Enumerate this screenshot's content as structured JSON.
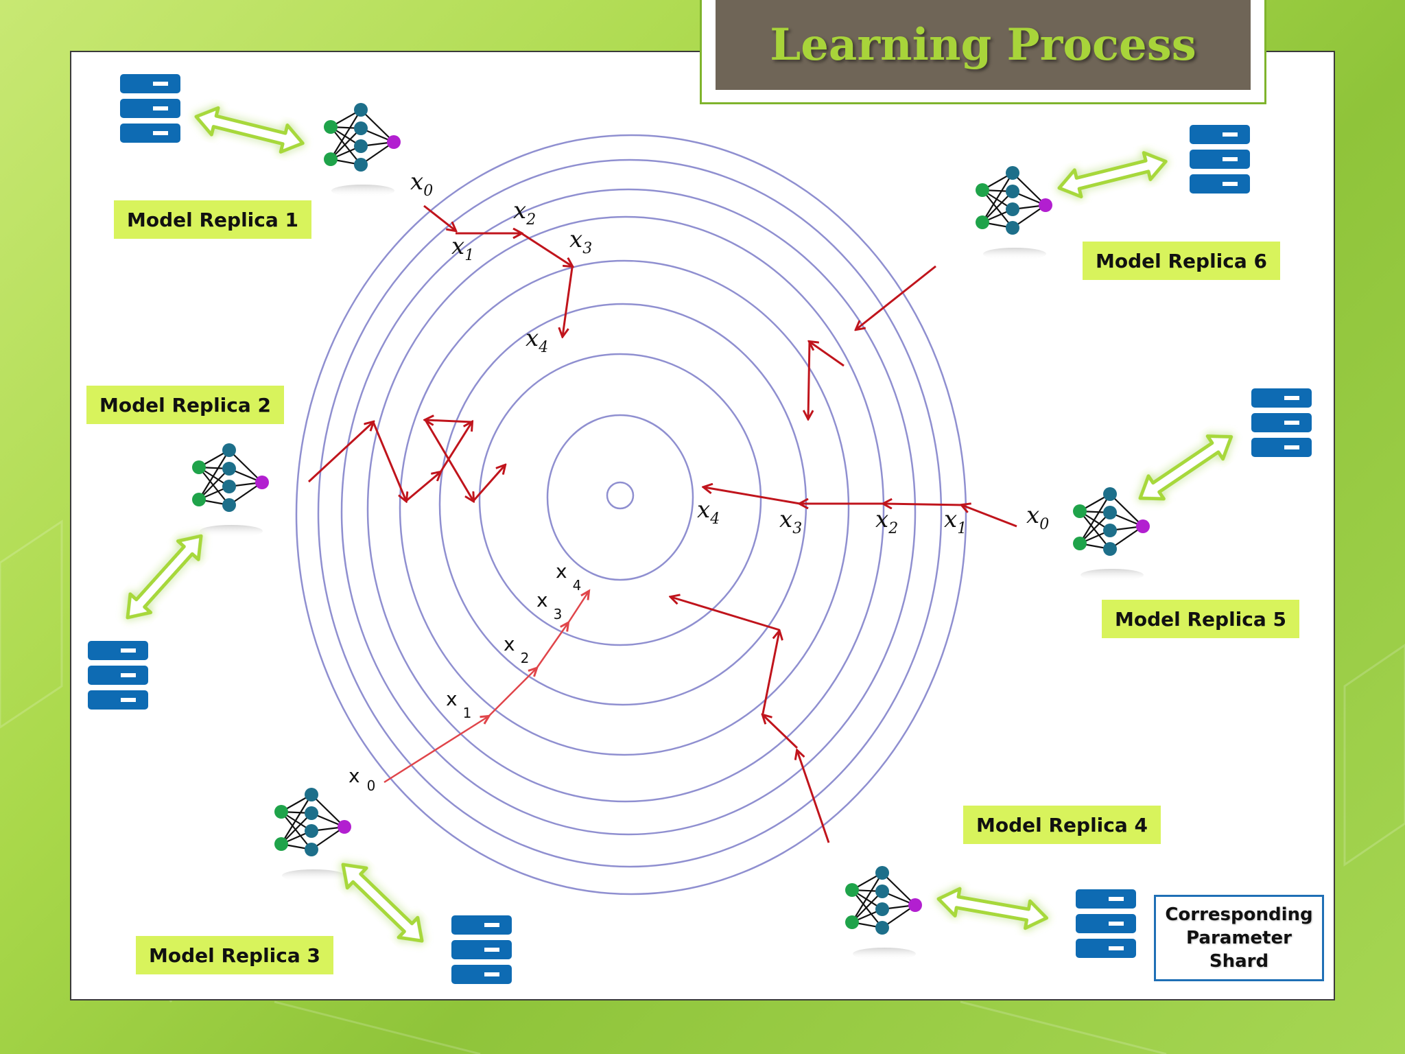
{
  "title": "Learning Process",
  "replicas": [
    {
      "label": "Model Replica 1"
    },
    {
      "label": "Model Replica 2"
    },
    {
      "label": "Model Replica 3"
    },
    {
      "label": "Model Replica 4"
    },
    {
      "label": "Model Replica 5"
    },
    {
      "label": "Model Replica 6"
    }
  ],
  "legend": {
    "line1": "Corresponding",
    "line2": "Parameter",
    "line3": "Shard"
  },
  "iterates": {
    "replica1": [
      {
        "b": "x",
        "s": "0"
      },
      {
        "b": "x",
        "s": "1"
      },
      {
        "b": "x",
        "s": "2"
      },
      {
        "b": "x",
        "s": "3"
      },
      {
        "b": "x",
        "s": "4"
      }
    ],
    "replica5": [
      {
        "b": "x",
        "s": "0"
      },
      {
        "b": "x",
        "s": "1"
      },
      {
        "b": "x",
        "s": "2"
      },
      {
        "b": "x",
        "s": "3"
      },
      {
        "b": "x",
        "s": "4"
      }
    ],
    "replica3": [
      {
        "b": "x",
        "s": "0"
      },
      {
        "b": "x",
        "s": "1"
      },
      {
        "b": "x",
        "s": "2"
      },
      {
        "b": "x",
        "s": "3"
      },
      {
        "b": "x",
        "s": "4"
      }
    ]
  },
  "colors": {
    "contour": "#8f8fd0",
    "path": "#c0141c",
    "path_light": "#e0454a",
    "server": "#0e6bb3",
    "sync_arrow": "#a7d83a",
    "label_bg": "#d8f35c",
    "node_green": "#1fa34a",
    "node_teal": "#1d6f8a",
    "node_purple": "#b21fd0"
  }
}
